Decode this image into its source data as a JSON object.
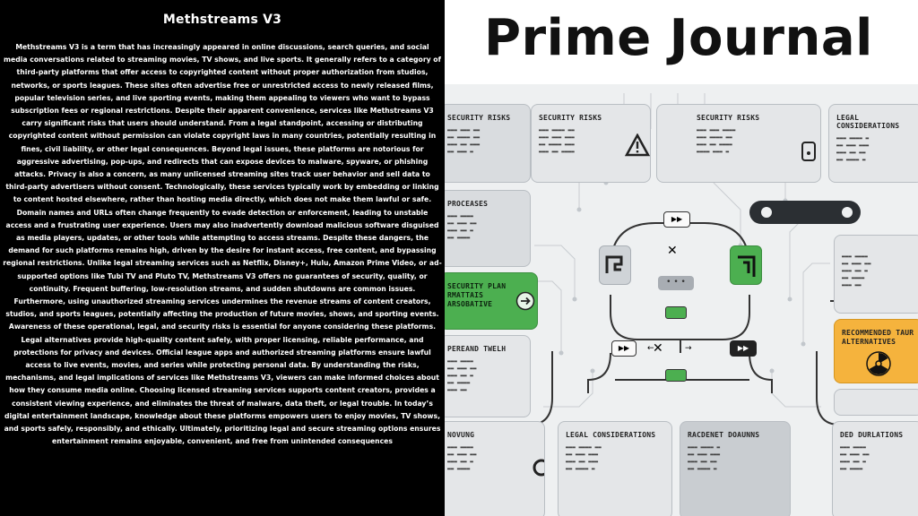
{
  "article": {
    "title": "Methstreams V3",
    "body": "Methstreams V3 is a term that has increasingly appeared in online discussions, search queries, and social media conversations related to streaming movies, TV shows, and live sports. It generally refers to a category of third-party platforms that offer access to copyrighted content without proper authorization from studios, networks, or sports leagues. These sites often advertise free or unrestricted access to newly released films, popular television series, and live sporting events, making them appealing to viewers who want to bypass subscription fees or regional restrictions. Despite their apparent convenience, services like Methstreams V3 carry significant risks that users should understand. From a legal standpoint, accessing or distributing copyrighted content without permission can violate copyright laws in many countries, potentially resulting in fines, civil liability, or other legal consequences. Beyond legal issues, these platforms are notorious for aggressive advertising, pop-ups, and redirects that can expose devices to malware, spyware, or phishing attacks. Privacy is also a concern, as many unlicensed streaming sites track user behavior and sell data to third-party advertisers without consent. Technologically, these services typically work by embedding or linking to content hosted elsewhere, rather than hosting media directly, which does not make them lawful or safe. Domain names and URLs often change frequently to evade detection or enforcement, leading to unstable access and a frustrating user experience. Users may also inadvertently download malicious software disguised as media players, updates, or other tools while attempting to access streams. Despite these dangers, the demand for such platforms remains high, driven by the desire for instant access, free content, and bypassing regional restrictions. Unlike legal streaming services such as Netflix, Disney+, Hulu, Amazon Prime Video, or ad-supported options like Tubi TV and Pluto TV, Methstreams V3 offers no guarantees of security, quality, or continuity. Frequent buffering, low-resolution streams, and sudden shutdowns are common issues. Furthermore, using unauthorized streaming services undermines the revenue streams of content creators, studios, and sports leagues, potentially affecting the production of future movies, shows, and sporting events. Awareness of these operational, legal, and security risks is essential for anyone considering these platforms. Legal alternatives provide high-quality content safely, with proper licensing, reliable performance, and protections for privacy and devices. Official league apps and authorized streaming platforms ensure lawful access to live events, movies, and series while protecting personal data. By understanding the risks, mechanisms, and legal implications of services like Methstreams V3, viewers can make informed choices about how they consume media online. Choosing licensed streaming services supports content creators, provides a consistent viewing experience, and eliminates the threat of malware, data theft, or legal trouble. In today’s digital entertainment landscape, knowledge about these platforms empowers users to enjoy movies, TV shows, and sports safely, responsibly, and ethically. Ultimately, prioritizing legal and secure streaming options ensures entertainment remains enjoyable, convenient, and free from unintended consequences"
  },
  "brand": {
    "name": "Prime Journal"
  },
  "infographic": {
    "cards": {
      "security_risks_1": "SECURITY RISKS",
      "security_risks_2": "SECURITY RISKS",
      "security_risks_3": "SECURITY RISKS",
      "legal_top": "LEGAL CONSIDERATIONS",
      "process": "PROCEASES",
      "security_plan": "SECURITY PLAN RMATTAIS ARSOBATIVE",
      "threat": "PEREAND TWELH",
      "recommended": "RECOMMENDED TAUR ALTERNATIVES",
      "moving": "NOVUNG",
      "legal_bottom": "LEGAL CONSIDERATIONS",
      "recent": "RACDENET DOAUNNS",
      "ded": "DED DURLATIONS"
    },
    "colors": {
      "green": "#4caf50",
      "orange": "#f5b33d",
      "card_gray": "#d9dcdf",
      "background": "#eef0f1"
    }
  }
}
